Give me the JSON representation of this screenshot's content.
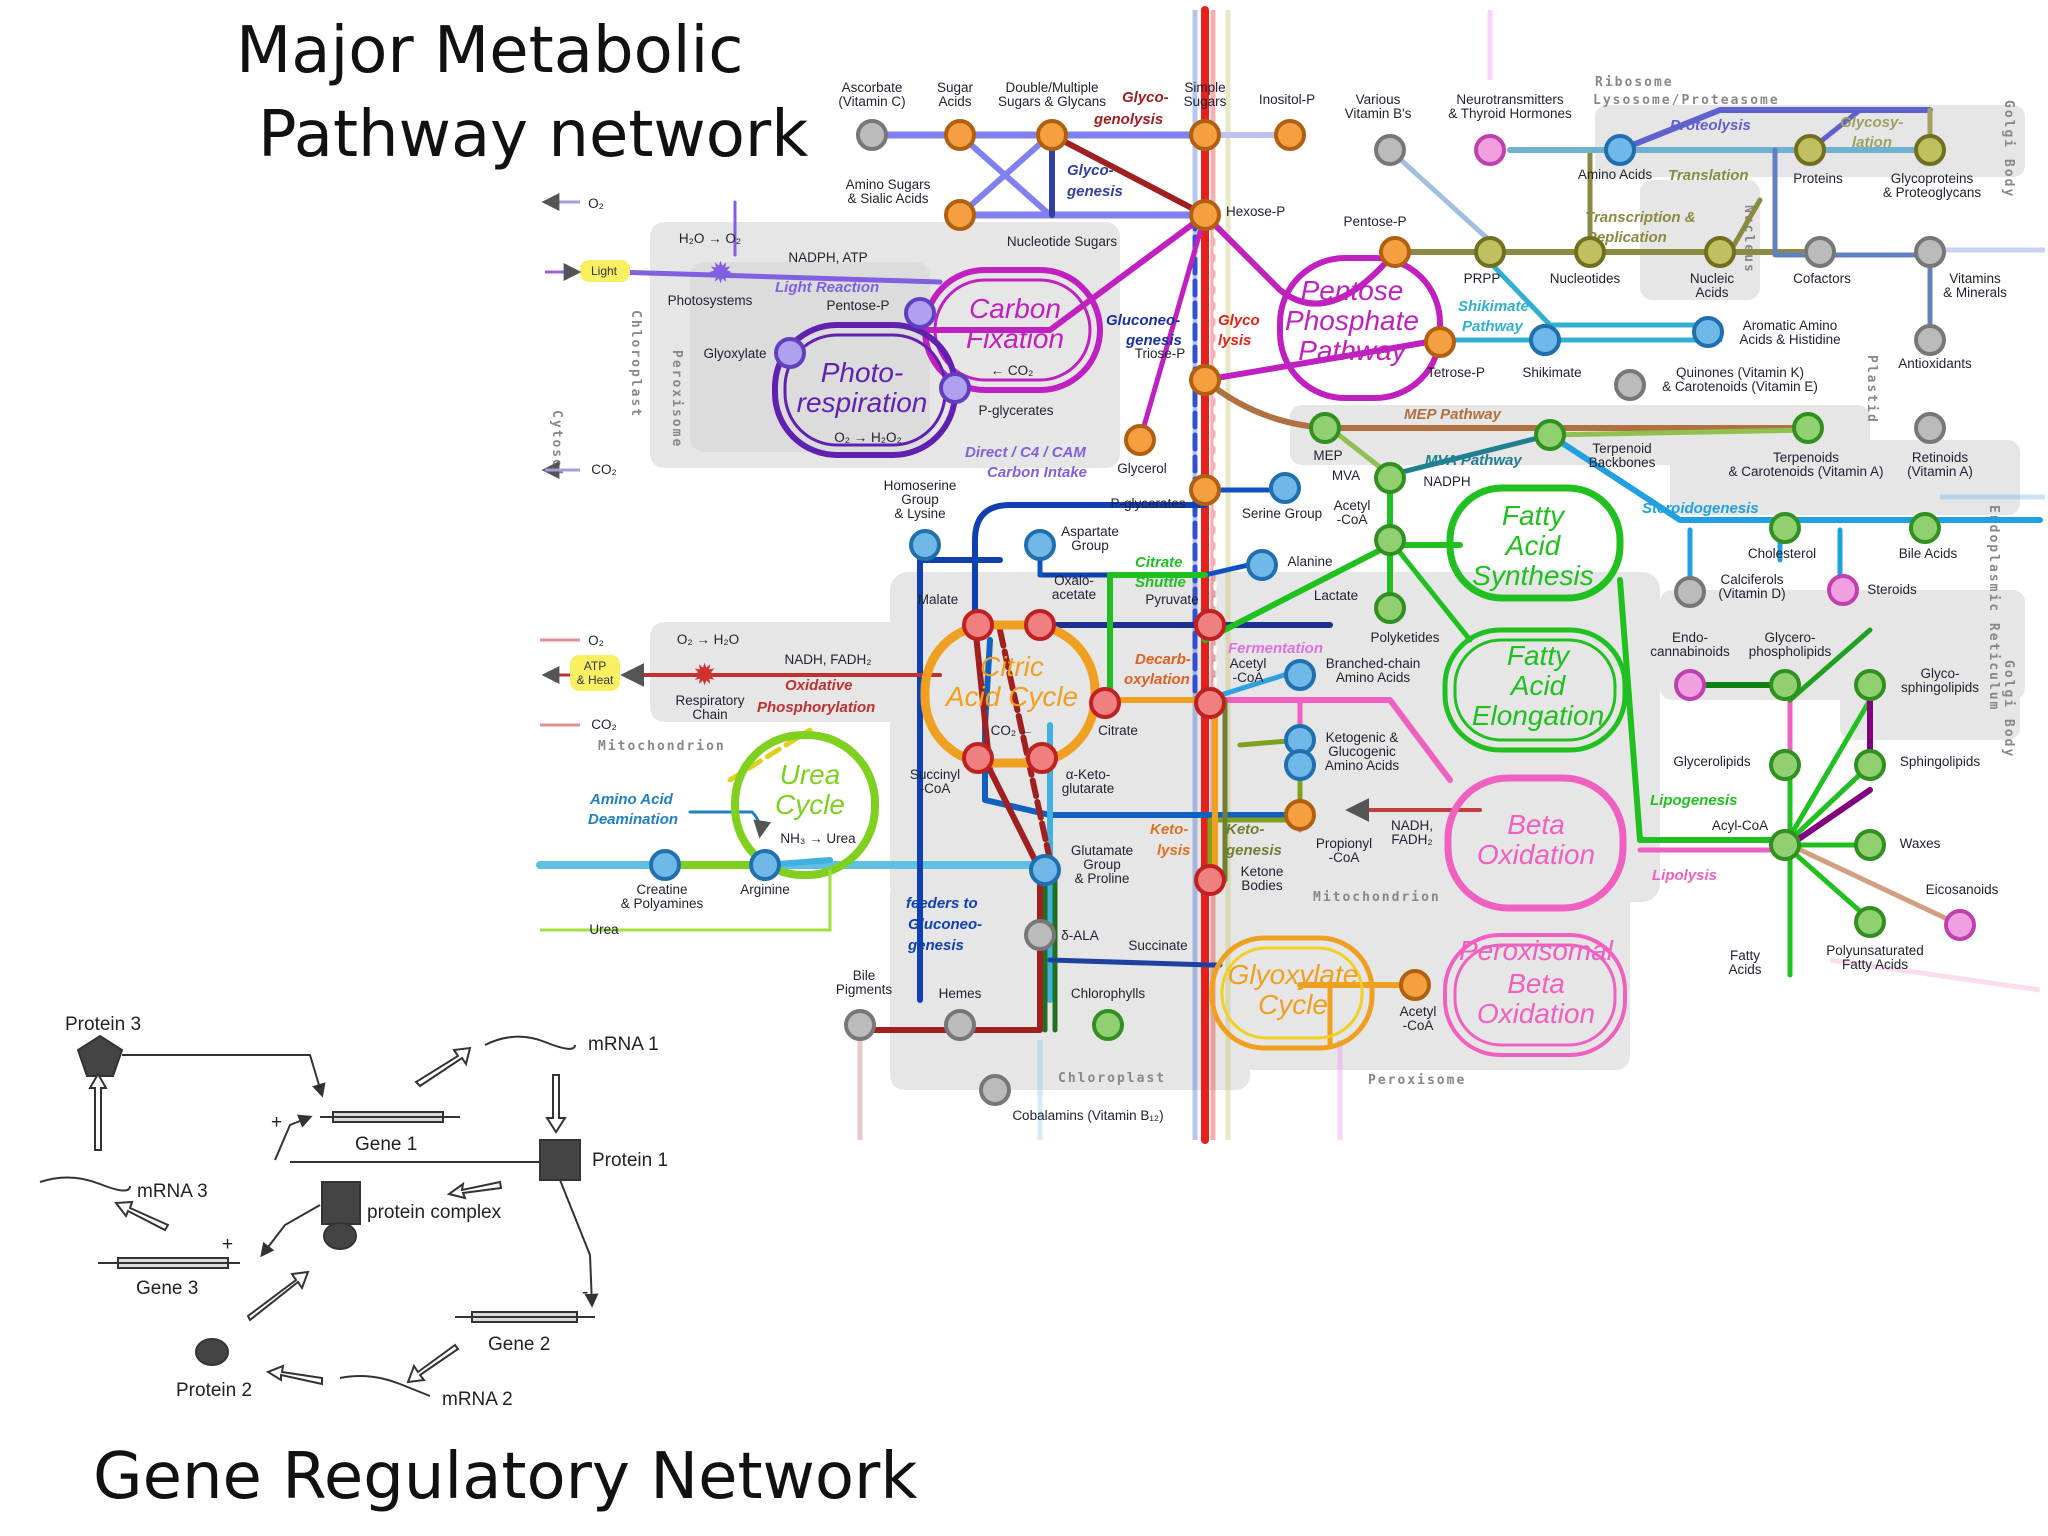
{
  "titles": {
    "metabolic_line1": "Major Metabolic",
    "metabolic_line2": "Pathway network",
    "gene_network": "Gene Regulatory Network"
  },
  "cycles": {
    "carbon_fixation": [
      "Carbon",
      "Fixation"
    ],
    "photorespiration": [
      "Photo-",
      "respiration"
    ],
    "pentose_phosphate": [
      "Pentose",
      "Phosphate",
      "Pathway"
    ],
    "citric_acid": [
      "Citric",
      "Acid Cycle"
    ],
    "urea": [
      "Urea",
      "Cycle"
    ],
    "fatty_acid_synthesis": [
      "Fatty",
      "Acid",
      "Synthesis"
    ],
    "fatty_acid_elongation": [
      "Fatty",
      "Acid",
      "Elongation"
    ],
    "beta_oxidation": [
      "Beta",
      "Oxidation"
    ],
    "peroxisomal_beta": [
      "Peroxisomal",
      "Beta",
      "Oxidation"
    ],
    "glyoxylate": [
      "Glyoxylate",
      "Cycle"
    ]
  },
  "pathway_labels": {
    "glycogenolysis": [
      "Glyco-",
      "genolysis"
    ],
    "glycogenesis": [
      "Glyco-",
      "genesis"
    ],
    "gluconeogenesis": [
      "Gluconeo-",
      "genesis"
    ],
    "glycolysis": [
      "Glyco",
      "lysis"
    ],
    "light_reaction": "Light Reaction",
    "direct_c4_cam": [
      "Direct / C4 / CAM",
      "Carbon Intake"
    ],
    "shikimate_pathway": [
      "Shikimate",
      "Pathway"
    ],
    "mep_pathway": "MEP Pathway",
    "mva_pathway": "MVA Pathway",
    "steroidogenesis": "Steroidogenesis",
    "proteolysis": "Proteolysis",
    "translation": "Translation",
    "glycosylation": [
      "Glycosy-",
      "lation"
    ],
    "transcription": [
      "Transcription &",
      "Replication"
    ],
    "citrate_shuttle": [
      "Citrate",
      "Shuttle"
    ],
    "decarboxylation": [
      "Decarb-",
      "oxylation"
    ],
    "fermentation": "Fermentation",
    "oxidative_phosphorylation": [
      "Oxidative",
      "Phosphorylation"
    ],
    "amino_acid_deamination": [
      "Amino Acid",
      "Deamination"
    ],
    "ketolysis": [
      "Keto-",
      "lysis"
    ],
    "ketogenesis": [
      "Keto-",
      "genesis"
    ],
    "lipogenesis": "Lipogenesis",
    "lipolysis": "Lipolysis",
    "feeders": [
      "feeders to",
      "Gluconeo-",
      "genesis"
    ]
  },
  "compartments": {
    "cytosol": "Cytosol",
    "chloroplast": "Chloroplast",
    "peroxisome": "Peroxisome",
    "mitochondrion": "Mitochondrion",
    "ribosome": "Ribosome",
    "lysosome": "Lysosome/Proteasome",
    "golgi": "Golgi Body",
    "nucleus": "Nucleus",
    "plastid": "Plastid",
    "er": "Endoplasmic Reticulum"
  },
  "metabolites": {
    "ascorbate": [
      "Ascorbate",
      "(Vitamin C)"
    ],
    "sugar_acids": [
      "Sugar",
      "Acids"
    ],
    "double_sugars": [
      "Double/Multiple",
      "Sugars & Glycans"
    ],
    "simple_sugars": [
      "Simple",
      "Sugars"
    ],
    "inositol": "Inositol-P",
    "various_vitamins": [
      "Various",
      "Vitamin B's"
    ],
    "neurotransmitters": [
      "Neurotransmitters",
      "& Thyroid Hormones"
    ],
    "amino_sugars": [
      "Amino Sugars",
      "& Sialic Acids"
    ],
    "hexose_p": "Hexose-P",
    "nucleotide_sugars": "Nucleotide Sugars",
    "pentose_p": "Pentose-P",
    "prpp": "PRPP",
    "nucleotides": "Nucleotides",
    "nucleic_acids": [
      "Nucleic",
      "Acids"
    ],
    "cofactors": "Cofactors",
    "vitamins_minerals": [
      "Vitamins",
      "& Minerals"
    ],
    "amino_acids": "Amino Acids",
    "proteins": "Proteins",
    "glycoproteins": [
      "Glycoproteins",
      "& Proteoglycans"
    ],
    "aromatic": [
      "Aromatic Amino",
      "Acids & Histidine"
    ],
    "antioxidants": "Antioxidants",
    "tetrose_p": "Tetrose-P",
    "shikimate": "Shikimate",
    "quinones": [
      "Quinones (Vitamin K)",
      "& Carotenoids (Vitamin E)"
    ],
    "photosystems": "Photosystems",
    "nadph_atp": "NADPH, ATP",
    "h2o_o2": "H₂O → O₂",
    "glyoxylate": "Glyoxylate",
    "pentose_p2": "Pentose-P",
    "co2_arrow": "← CO₂",
    "o2_h2o2": "O₂ → H₂O₂",
    "p_glycerates": "P-glycerates",
    "triose_p": "Triose-P",
    "glycerol": "Glycerol",
    "p_glycerates2": "P-glycerates",
    "serine": "Serine Group",
    "mep": "MEP",
    "mva": "MVA",
    "nadph": "NADPH",
    "terpenoid_bb": [
      "Terpenoid",
      "Backbones"
    ],
    "terpenoids": [
      "Terpenoids",
      "& Carotenoids (Vitamin A)"
    ],
    "retinoids": [
      "Retinoids",
      "(Vitamin A)"
    ],
    "acetyl_coa": [
      "Acetyl",
      "-CoA"
    ],
    "homoserine": [
      "Homoserine",
      "Group",
      "& Lysine"
    ],
    "aspartate": [
      "Aspartate",
      "Group"
    ],
    "oxaloacetate": [
      "Oxalo-",
      "acetate"
    ],
    "alanine": "Alanine",
    "pyruvate": "Pyruvate",
    "malate": "Malate",
    "lactate": "Lactate",
    "polyketides": "Polyketides",
    "cholesterol": "Cholesterol",
    "bile_acids": "Bile Acids",
    "calciferols": [
      "Calciferols",
      "(Vitamin D)"
    ],
    "steroids": "Steroids",
    "o2_h2o": "O₂ → H₂O",
    "nadh_fadh": "NADH, FADH₂",
    "respiratory": [
      "Respiratory",
      "Chain"
    ],
    "atp_heat": [
      "ATP",
      "& Heat"
    ],
    "acetyl_coa2": [
      "Acetyl",
      "-CoA"
    ],
    "branched": [
      "Branched-chain",
      "Amino Acids"
    ],
    "citrate": "Citrate",
    "co2_arrow2": "CO₂ ←",
    "endocannabinoids": [
      "Endo-",
      "cannabinoids"
    ],
    "glycerophospholipids": [
      "Glycero-",
      "phospholipids"
    ],
    "glycosphingolipids": [
      "Glyco-",
      "sphingolipids"
    ],
    "succinyl": [
      "Succinyl",
      "-CoA"
    ],
    "a_keto": [
      "α-Keto-",
      "glutarate"
    ],
    "ketogenic": [
      "Ketogenic &",
      "Glucogenic",
      "Amino Acids"
    ],
    "glycerolipids": "Glycerolipids",
    "sphingolipids": "Sphingolipids",
    "nh3_urea": "NH₃ → Urea",
    "propionyl": [
      "Propionyl",
      "-CoA"
    ],
    "nadh_fadh2": [
      "NADH,",
      "FADH₂"
    ],
    "acyl_coa": "Acyl-CoA",
    "waxes": "Waxes",
    "creatine": [
      "Creatine",
      "& Polyamines"
    ],
    "arginine": "Arginine",
    "glutamate": [
      "Glutamate",
      "Group",
      "& Proline"
    ],
    "ketone_bodies": [
      "Ketone",
      "Bodies"
    ],
    "eicosanoids": "Eicosanoids",
    "urea": "Urea",
    "d_ala": "δ-ALA",
    "succinate": "Succinate",
    "pufa": [
      "Polyunsaturated",
      "Fatty Acids"
    ],
    "fatty_acids": [
      "Fatty",
      "Acids"
    ],
    "bile_pigments": [
      "Bile",
      "Pigments"
    ],
    "hemes": "Hemes",
    "chlorophylls": "Chlorophylls",
    "acetyl_coa3": [
      "Acetyl",
      "-CoA"
    ],
    "cobalamins": "Cobalamins (Vitamin B₁₂)",
    "o2": "O₂",
    "light": "Light",
    "co2": "CO₂",
    "o2b": "O₂",
    "co2b": "CO₂"
  },
  "grn": {
    "protein3": "Protein 3",
    "mrna1": "mRNA 1",
    "gene1": "Gene 1",
    "protein1": "Protein 1",
    "mrna3": "mRNA 3",
    "protein_complex": "protein complex",
    "gene3": "Gene 3",
    "gene2": "Gene 2",
    "protein2": "Protein 2",
    "mrna2": "mRNA 2",
    "plus": "+",
    "minus": "-"
  },
  "colors": {
    "glycolysis": "#e8201c",
    "tca": "#f0a020",
    "pentose": "#c020c0",
    "fatty": "#20c020",
    "beta": "#f060c0",
    "amino": "#1060c0",
    "urea": "#80d020",
    "light": "#8060e0"
  }
}
